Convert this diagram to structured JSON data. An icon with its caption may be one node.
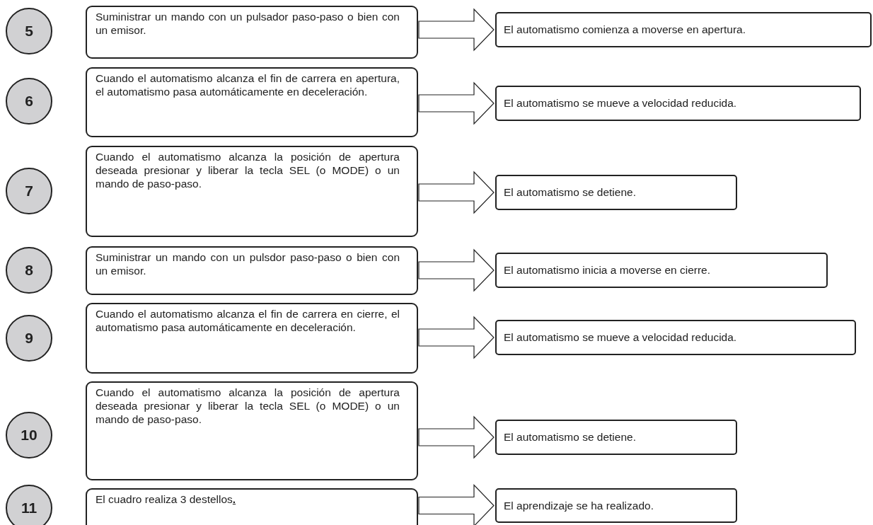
{
  "diagram": {
    "nodes": [
      {
        "text": [
          "5"
        ]
      },
      {
        "text": [
          "Suministrar un mando con un pulsador paso-paso o bien con un emisor."
        ]
      },
      {
        "text": [
          "El automatismo comienza a moverse en apertura."
        ]
      },
      {
        "text": [
          "6"
        ]
      },
      {
        "text": [
          "Cuando el automatismo alcanza el fin de carrera en apertura, el automatismo pasa automáticamente en deceleración."
        ]
      },
      {
        "text": [
          "El automatismo se mueve a velocidad reducida."
        ]
      },
      {
        "text": [
          "7"
        ]
      },
      {
        "text": [
          "Cuando el automatismo alcanza la posición de apertura deseada presionar y liberar la tecla SEL (o MODE) o un mando de paso-paso."
        ]
      },
      {
        "text": [
          "El automatismo se detiene."
        ]
      },
      {
        "text": [
          "8"
        ]
      },
      {
        "text": [
          "Suministrar un mando con un pulsdor paso-paso o bien con un emisor."
        ]
      },
      {
        "text": [
          "El automatismo inicia a moverse en cierre."
        ]
      },
      {
        "text": [
          "9"
        ]
      },
      {
        "text": [
          "Cuando el automatismo alcanza el fin de carrera en cierre, el automatismo pasa automáticamente en deceleración."
        ]
      },
      {
        "text": [
          "El automatismo se mueve a velocidad reducida."
        ]
      },
      {
        "text": [
          "10"
        ]
      },
      {
        "text": [
          "Cuando el automatismo alcanza la posición de apertura deseada presionar y liberar la tecla SEL (o MODE) o un mando de paso-paso."
        ]
      },
      {
        "text": [
          "El automatismo se detiene."
        ]
      },
      {
        "text": [
          "11"
        ]
      },
      {
        "text": [
          "El cuadro realiza 3 destellos**.**"
        ]
      },
      {
        "text": [
          "El aprendizaje se ha realizado."
        ]
      }
    ],
    "edges": [
      {
        "from": 1,
        "to": 2,
        "arrow": "to"
      },
      {
        "from": 4,
        "to": 5,
        "arrow": "to"
      },
      {
        "from": 7,
        "to": 8,
        "arrow": "to"
      },
      {
        "from": 10,
        "to": 11,
        "arrow": "to"
      },
      {
        "from": 13,
        "to": 14,
        "arrow": "to"
      },
      {
        "from": 16,
        "to": 17,
        "arrow": "to"
      },
      {
        "from": 19,
        "to": 20,
        "arrow": "to"
      }
    ]
  }
}
